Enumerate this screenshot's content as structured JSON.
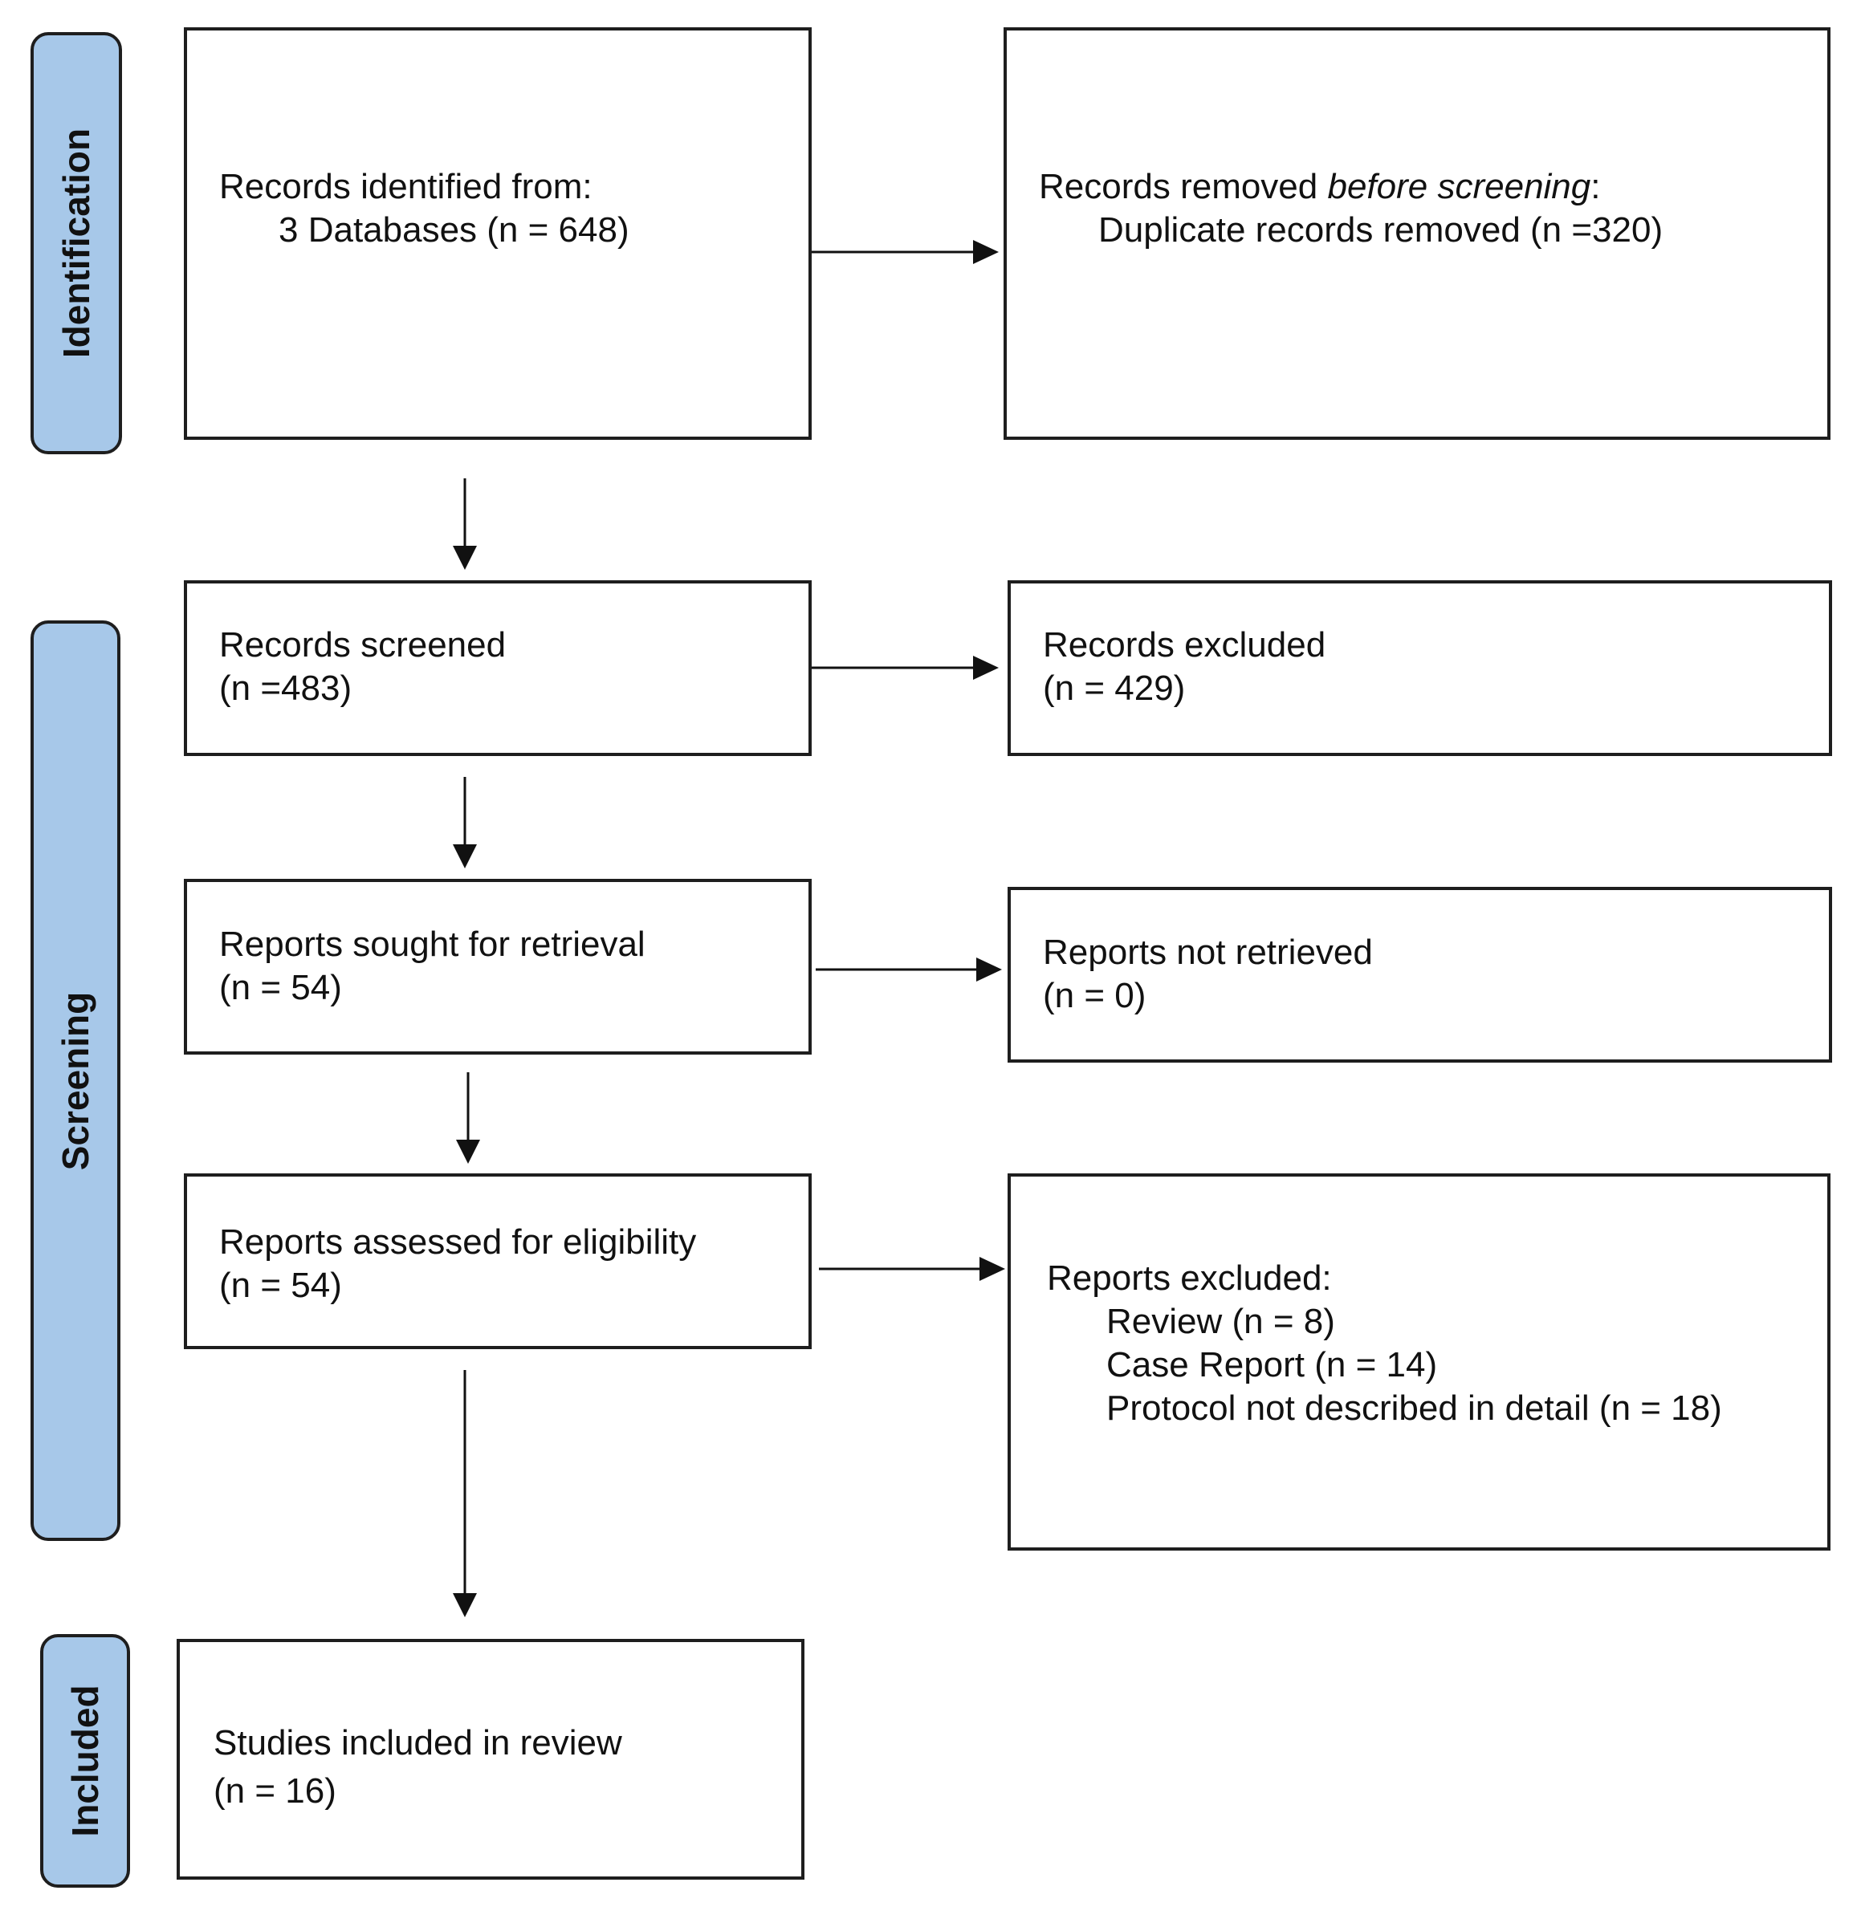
{
  "phases": {
    "identification": "Identification",
    "screening": "Screening",
    "included": "Included"
  },
  "boxes": {
    "identified": {
      "heading": "Records identified from:",
      "item": "3 Databases (n = 648)"
    },
    "removed": {
      "heading_start": "Records removed ",
      "heading_emphasis": "before screening",
      "heading_end": ":",
      "item": "Duplicate records removed (n =320)"
    },
    "screened": {
      "line1": "Records screened",
      "line2": "(n =483)"
    },
    "excluded": {
      "line1": "Records excluded",
      "line2": "(n = 429)"
    },
    "sought": {
      "line1": "Reports sought for retrieval",
      "line2": "(n = 54)"
    },
    "not_retrieved": {
      "line1": "Reports not retrieved",
      "line2": "(n = 0)"
    },
    "assessed": {
      "line1": "Reports assessed for eligibility",
      "line2": "(n = 54)"
    },
    "reports_excluded": {
      "heading": "Reports excluded:",
      "items": [
        "Review (n = 8)",
        "Case Report (n = 14)",
        "Protocol not described in detail (n = 18)"
      ]
    },
    "included": {
      "line1": "Studies included in review",
      "line2": "(n = 16)"
    }
  }
}
